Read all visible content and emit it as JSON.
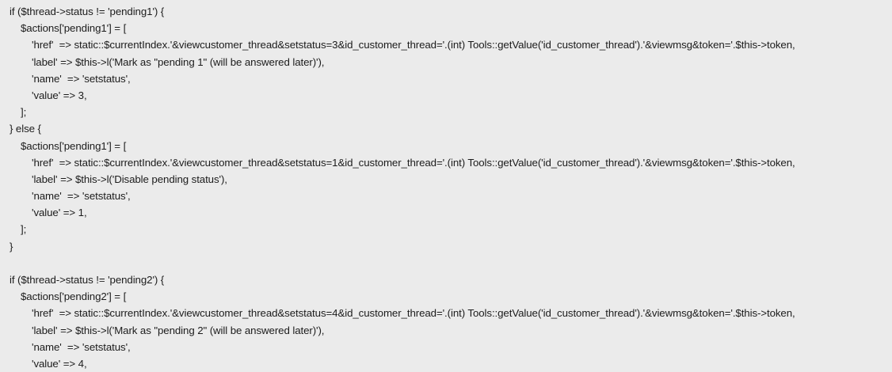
{
  "window": {
    "background_color": "#ebebeb",
    "text_color": "#1c1c1c",
    "language": "php"
  },
  "code": {
    "lines": [
      {
        "indent": 0,
        "text": "if ($thread->status != 'pending1') {"
      },
      {
        "indent": 1,
        "text": "$actions['pending1'] = ["
      },
      {
        "indent": 2,
        "text": "'href'  => static::$currentIndex.'&viewcustomer_thread&setstatus=3&id_customer_thread='.(int) Tools::getValue('id_customer_thread').'&viewmsg&token='.$this->token,"
      },
      {
        "indent": 2,
        "text": "'label' => $this->l('Mark as \"pending 1\" (will be answered later)'),"
      },
      {
        "indent": 2,
        "text": "'name'  => 'setstatus',"
      },
      {
        "indent": 2,
        "text": "'value' => 3,"
      },
      {
        "indent": 1,
        "text": "];"
      },
      {
        "indent": 0,
        "text": "} else {"
      },
      {
        "indent": 1,
        "text": "$actions['pending1'] = ["
      },
      {
        "indent": 2,
        "text": "'href'  => static::$currentIndex.'&viewcustomer_thread&setstatus=1&id_customer_thread='.(int) Tools::getValue('id_customer_thread').'&viewmsg&token='.$this->token,"
      },
      {
        "indent": 2,
        "text": "'label' => $this->l('Disable pending status'),"
      },
      {
        "indent": 2,
        "text": "'name'  => 'setstatus',"
      },
      {
        "indent": 2,
        "text": "'value' => 1,"
      },
      {
        "indent": 1,
        "text": "];"
      },
      {
        "indent": 0,
        "text": "}"
      },
      {
        "indent": 0,
        "text": ""
      },
      {
        "indent": 0,
        "text": "if ($thread->status != 'pending2') {"
      },
      {
        "indent": 1,
        "text": "$actions['pending2'] = ["
      },
      {
        "indent": 2,
        "text": "'href'  => static::$currentIndex.'&viewcustomer_thread&setstatus=4&id_customer_thread='.(int) Tools::getValue('id_customer_thread').'&viewmsg&token='.$this->token,"
      },
      {
        "indent": 2,
        "text": "'label' => $this->l('Mark as \"pending 2\" (will be answered later)'),"
      },
      {
        "indent": 2,
        "text": "'name'  => 'setstatus',"
      },
      {
        "indent": 2,
        "text": "'value' => 4,"
      }
    ]
  }
}
